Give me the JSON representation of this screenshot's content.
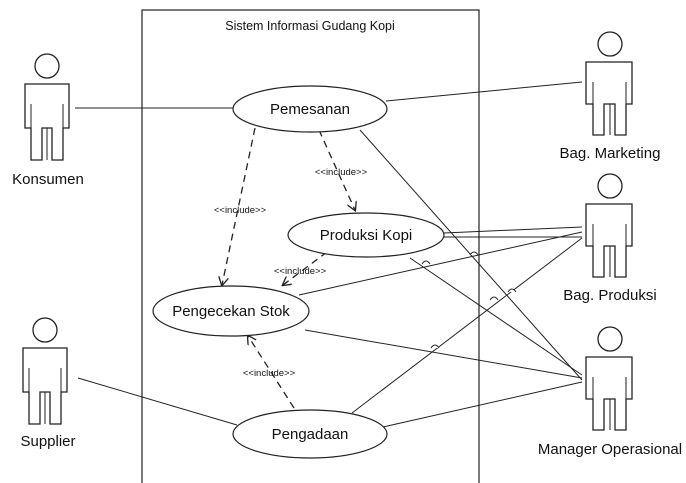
{
  "system": {
    "title": "Sistem Informasi Gudang Kopi"
  },
  "actors": {
    "konsumen": "Konsumen",
    "supplier": "Supplier",
    "bag_marketing": "Bag. Marketing",
    "bag_produksi": "Bag. Produksi",
    "manager_operasional": "Manager Operasional"
  },
  "use_cases": {
    "pemesanan": "Pemesanan",
    "produksi_kopi": "Produksi Kopi",
    "pengecekan_stok": "Pengecekan Stok",
    "pengadaan": "Pengadaan"
  },
  "relations": {
    "include_label": "<<include>>"
  }
}
